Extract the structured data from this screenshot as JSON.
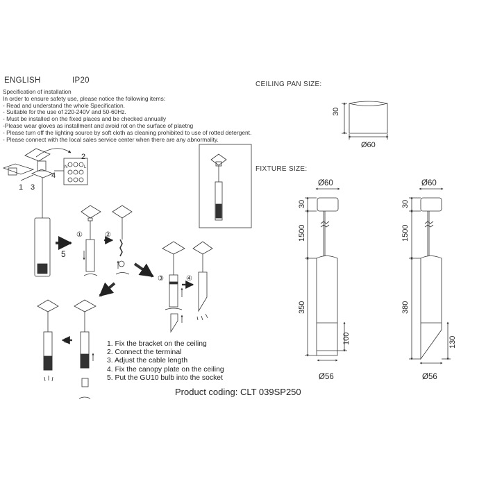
{
  "header": {
    "language": "ENGLISH",
    "ip_rating": "IP20"
  },
  "specification": {
    "title": "Specification of installation",
    "lines": [
      "In order to ensure safety use, please notice the following items:",
      "- Read and understand the whole Specification.",
      "- Suitable for the use of 220-240V and 50-60Hz.",
      "- Must be installed on the fixed places and be checked annually",
      "-Please wear gloves as installment and avoid rot on the surface of plaetng",
      "- Please turn off the lighting source by soft cloth as cleaning prohibited to use of rotted detergent.",
      "- Please connect with the local sales service center when there are any abnormality."
    ]
  },
  "ceiling_pan": {
    "label": "CEILING PAN  SIZE:",
    "height": "30",
    "diameter": "Ø60"
  },
  "fixture_size_label": "FIXTURE SIZE:",
  "fixture_straight": {
    "diameter_top": "Ø60",
    "canopy": "30",
    "cable": "1500",
    "body": "350",
    "ring": "100",
    "diameter_bottom": "Ø56"
  },
  "fixture_angled": {
    "diameter_top": "Ø60",
    "canopy": "30",
    "cable": "1500",
    "body": "380",
    "ring": "130",
    "diameter_bottom": "Ø56"
  },
  "diagram_labels": {
    "wiring_1": "1",
    "wiring_2": "2",
    "wiring_3": "3",
    "wiring_4": "4",
    "arrow_5": "5",
    "step_1": "①",
    "step_2": "②",
    "step_3": "③",
    "step_4": "④",
    "step_4b": "④",
    "term_n": "N",
    "term_l": "L"
  },
  "steps": [
    "1. Fix the bracket on the ceiling",
    "2. Connect the terminal",
    "3. Adjust the cable length",
    "4. Fix the canopy plate on the ceiling",
    "5. Put the GU10 bulb into the socket"
  ],
  "product_coding": "Product coding: CLT 039SP250"
}
